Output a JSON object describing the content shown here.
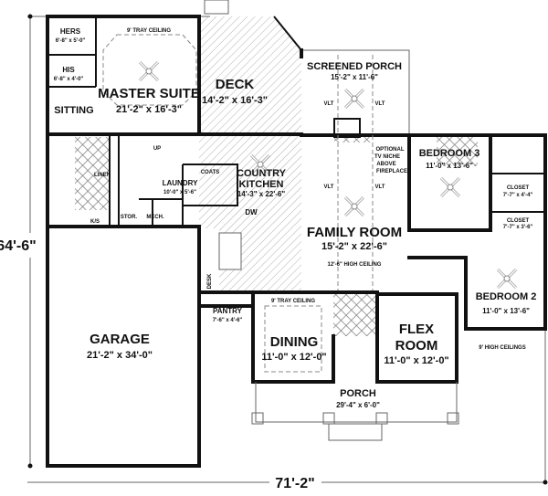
{
  "dimensions": {
    "width": "71'-2\"",
    "depth": "64'-6\""
  },
  "rooms": {
    "hers": {
      "name": "HERS",
      "size": "6'-8\" x 5'-0\""
    },
    "his": {
      "name": "HIS",
      "size": "6'-8\" x 4'-0\""
    },
    "master": {
      "name": "MASTER SUITE",
      "size": "21'-2\" x 16'-3\"",
      "note": "9' TRAY CEILING"
    },
    "sitting": {
      "name": "SITTING"
    },
    "deck": {
      "name": "DECK",
      "size": "14'-2\" x 16'-3\""
    },
    "screened_porch": {
      "name": "SCREENED PORCH",
      "size": "15'-2\" x 11'-6\""
    },
    "tv_note": [
      "OPTIONAL",
      "TV NICHE",
      "ABOVE",
      "FIREPLACE"
    ],
    "bedroom3": {
      "name": "BEDROOM 3",
      "size": "11'-0\" x 13'-6\""
    },
    "closet1": {
      "name": "CLOSET",
      "size": "7'-7\" x 4'-4\""
    },
    "closet2": {
      "name": "CLOSET",
      "size": "7'-7\" x 3'-6\""
    },
    "kitchen": {
      "name1": "COUNTRY",
      "name2": "KITCHEN",
      "size": "14'-3\" x 22'-6\"",
      "dw": "DW",
      "desk": "DESK"
    },
    "laundry": {
      "name": "LAUNDRY",
      "size": "10'-0\" x 5'-6\""
    },
    "coats": "COATS",
    "linen": "LINEN",
    "ks": "K/S",
    "stor": "STOR.",
    "mech": "MECH.",
    "up": "UP",
    "family": {
      "name": "FAMILY ROOM",
      "size": "15'-2\" x 22'-6\"",
      "note": "12'-6\" HIGH CEILING"
    },
    "bedroom2": {
      "name": "BEDROOM 2",
      "size": "11'-0\" x 13'-6\""
    },
    "ceilings_note": "9' HIGH CEILINGS",
    "flex": {
      "name1": "FLEX",
      "name2": "ROOM",
      "size": "11'-0\" x 12'-0\""
    },
    "dining": {
      "name": "DINING",
      "size": "11'-0\" x 12'-0\"",
      "note": "9' TRAY CEILING"
    },
    "pantry": {
      "name": "PANTRY",
      "size": "7'-6\" x 4'-6\""
    },
    "porch": {
      "name": "PORCH",
      "size": "29'-4\" x 6'-0\""
    },
    "garage": {
      "name": "GARAGE",
      "size": "21'-2\" x 34'-0\""
    },
    "vlt": "VLT"
  }
}
